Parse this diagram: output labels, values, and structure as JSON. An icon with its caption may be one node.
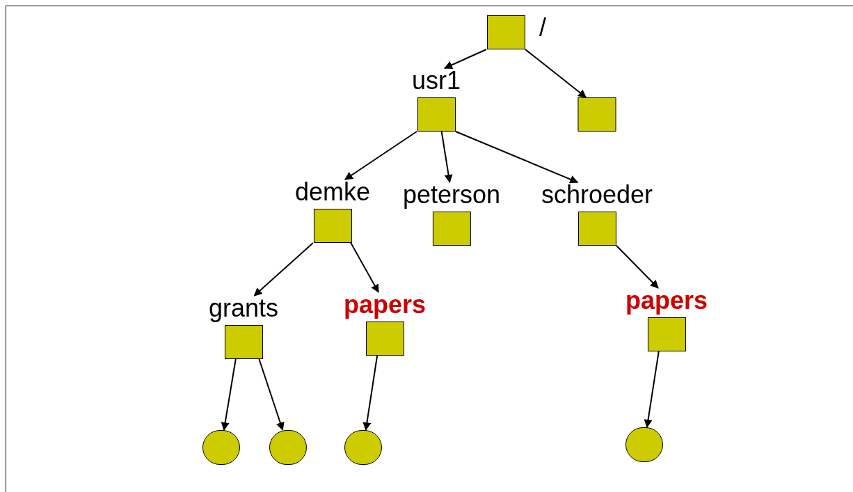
{
  "diagram": {
    "nodes": [
      {
        "text": [
          "/"
        ]
      },
      {
        "text": [
          "usr1"
        ]
      },
      {
        "text": [],
        "shape": "box"
      },
      {
        "text": [
          "demke"
        ]
      },
      {
        "text": [
          "peterson"
        ]
      },
      {
        "text": [
          "schroeder"
        ]
      },
      {
        "text": [
          "grants"
        ]
      },
      {
        "text": [
          "papers"
        ]
      },
      {
        "text": [
          "papers"
        ]
      },
      {
        "text": [],
        "shape": "circle"
      },
      {
        "text": [],
        "shape": "circle"
      },
      {
        "text": [],
        "shape": "circle"
      },
      {
        "text": [],
        "shape": "circle"
      }
    ],
    "edges": [
      {
        "from": 0,
        "to": 1,
        "arrow": "to"
      },
      {
        "from": 0,
        "to": 2,
        "arrow": "to"
      },
      {
        "from": 1,
        "to": 3,
        "arrow": "to"
      },
      {
        "from": 1,
        "to": 4,
        "arrow": "to"
      },
      {
        "from": 1,
        "to": 5,
        "arrow": "to"
      },
      {
        "from": 3,
        "to": 6,
        "arrow": "to"
      },
      {
        "from": 3,
        "to": 7,
        "arrow": "to"
      },
      {
        "from": 5,
        "to": 8,
        "arrow": "to"
      },
      {
        "from": 6,
        "to": 9,
        "arrow": "to"
      },
      {
        "from": 6,
        "to": 10,
        "arrow": "to"
      },
      {
        "from": 7,
        "to": 11,
        "arrow": "to"
      },
      {
        "from": 8,
        "to": 12,
        "arrow": "to"
      }
    ]
  }
}
